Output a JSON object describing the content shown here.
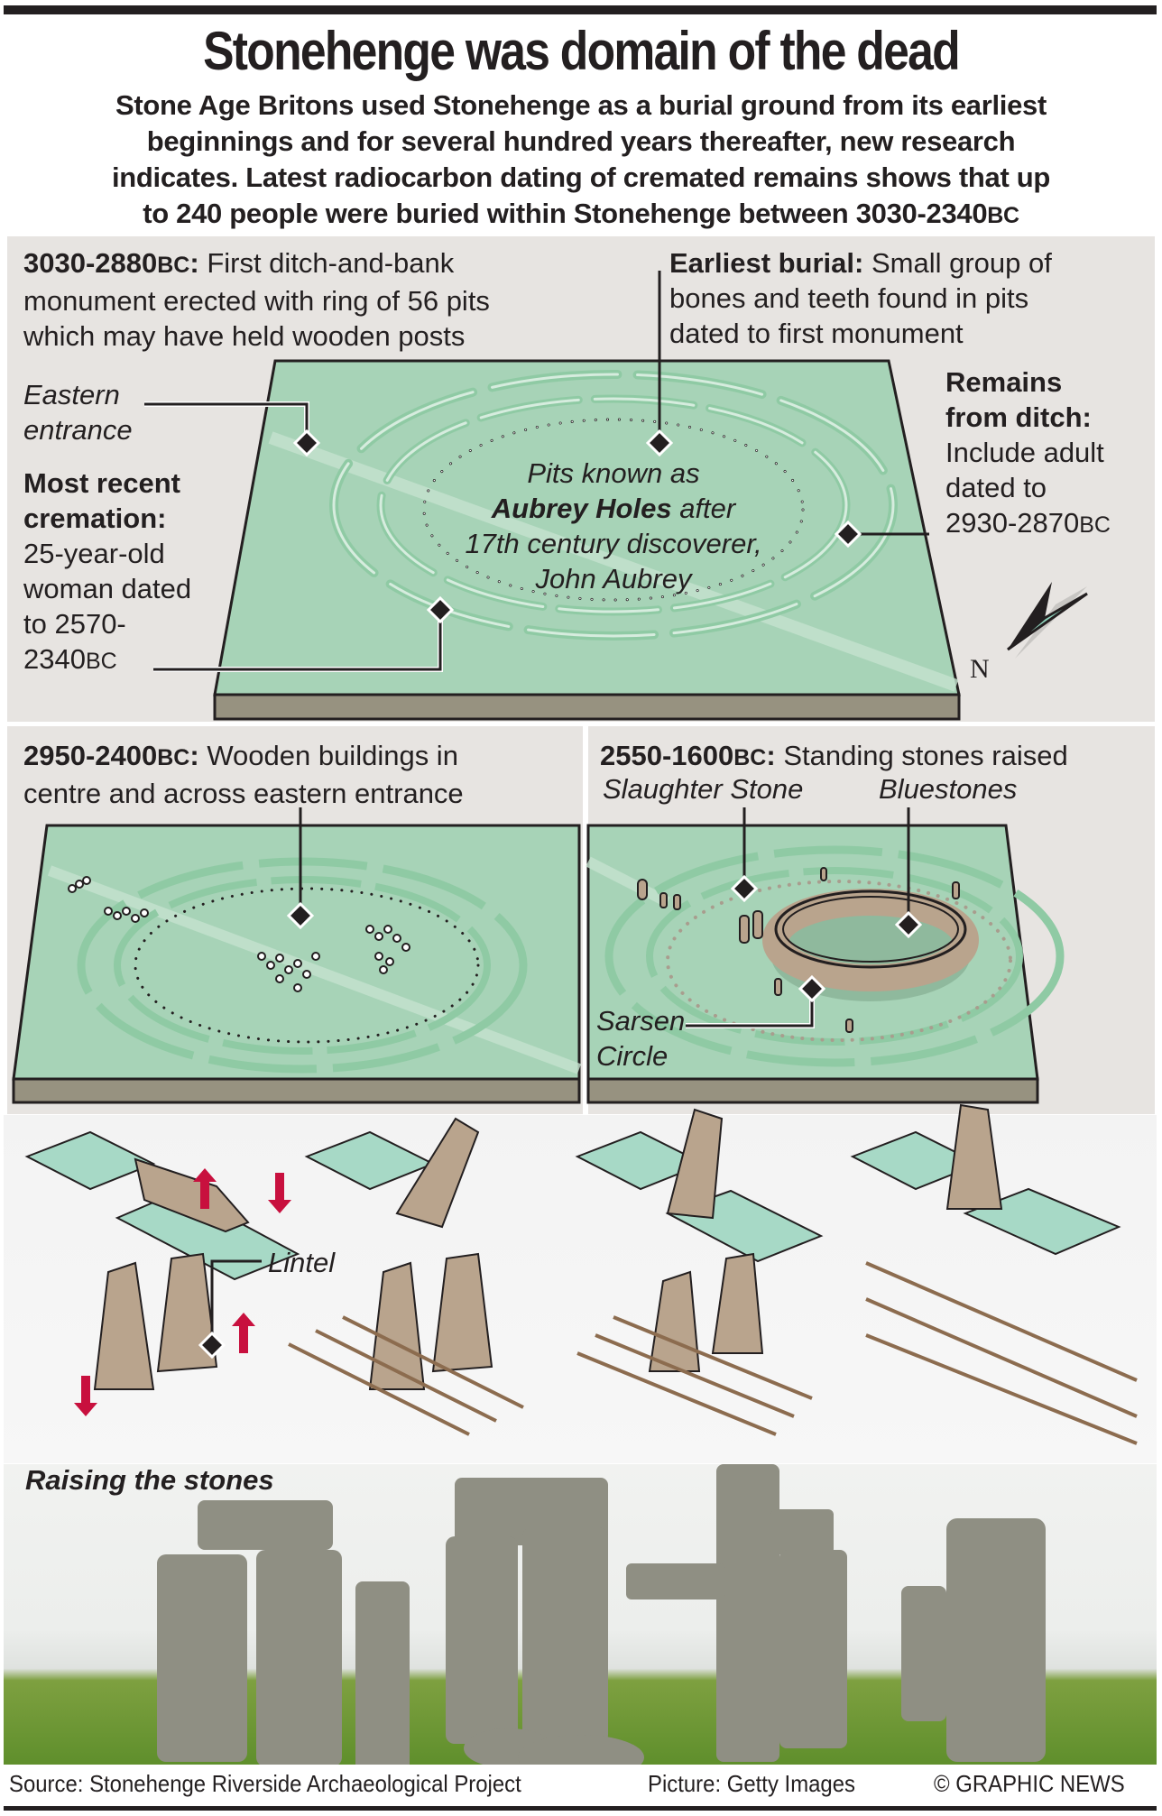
{
  "header": {
    "title": "Stonehenge was domain of the dead",
    "standfirst_lines": [
      "Stone Age Britons used Stonehenge as a burial ground from its earliest",
      "beginnings and for several hundred years thereafter, new research",
      "indicates. Latest radiocarbon dating of cremated remains shows that up",
      "to 240 people were buried within Stonehenge between 3030-2340"
    ],
    "standfirst_suffix": "BC"
  },
  "phase1": {
    "date": "3030-2880",
    "era": "BC",
    "colon": ":",
    "text_lines": [
      "First ditch-and-bank",
      "monument erected with ring of 56 pits",
      "which may have held wooden posts"
    ],
    "earliest_burial": {
      "heading": "Earliest burial:",
      "text_lines": [
        "Small group of",
        "bones and teeth found in pits",
        "dated to first monument"
      ]
    },
    "eastern_entrance": [
      "Eastern",
      "entrance"
    ],
    "most_recent_cremation": {
      "heading_lines": [
        "Most recent",
        "cremation:"
      ],
      "text_lines": [
        "25-year-old",
        "woman dated",
        "to 2570-",
        "2340"
      ],
      "era": "BC"
    },
    "remains_from_ditch": {
      "heading_lines": [
        "Remains",
        "from ditch:"
      ],
      "text_lines": [
        "Include adult",
        "dated to",
        "2930-2870"
      ],
      "era": "BC"
    },
    "aubrey": {
      "line1": "Pits known as",
      "line2_bold": "Aubrey Holes",
      "line2_rest": " after",
      "line3": "17th century discoverer,",
      "line4": "John Aubrey"
    },
    "compass_label": "N"
  },
  "phase2": {
    "date": "2950-2400",
    "era": "BC",
    "colon": ":",
    "text_lines": [
      "Wooden buildings in",
      "centre and across eastern entrance"
    ]
  },
  "phase3": {
    "date": "2550-1600",
    "era": "BC",
    "colon": ":",
    "text": "Standing stones raised",
    "slaughter_stone": "Slaughter Stone",
    "bluestones": "Bluestones",
    "sarsen_circle": [
      "Sarsen",
      "Circle"
    ]
  },
  "raising": {
    "lintel_label": "Lintel",
    "title": "Raising the stones"
  },
  "footer": {
    "source": "Source: Stonehenge Riverside Archaeological Project",
    "picture": "Picture: Getty Images",
    "credit": "© GRAPHIC NEWS"
  },
  "colors": {
    "board_green": "#a7d3b7",
    "board_edge": "#979280",
    "panel_grey": "#e7e4e1",
    "arrow_red": "#c8103e",
    "stone": "#b9a48d",
    "text": "#231f20"
  }
}
